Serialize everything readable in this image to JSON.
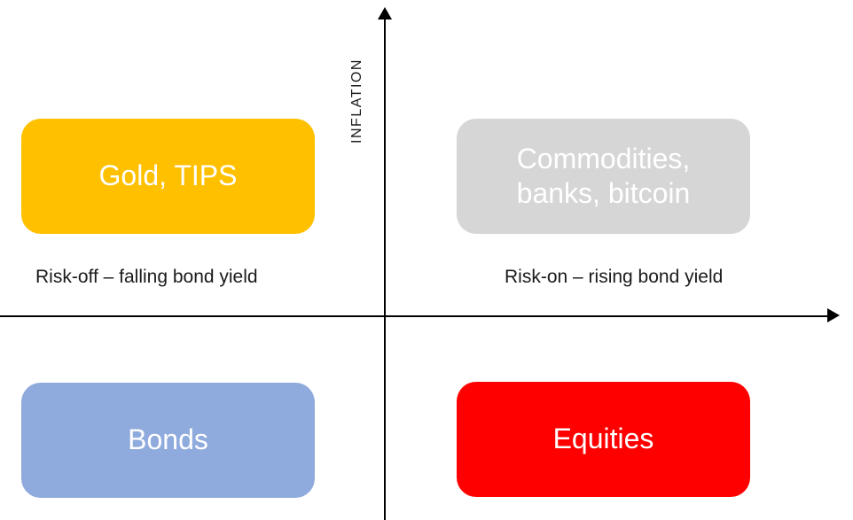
{
  "diagram": {
    "background": "#FFFFFF",
    "axis_color": "#000000",
    "y_axis_label": "INFLATION",
    "left_caption": "Risk-off – falling bond yield",
    "right_caption": "Risk-on – rising bond yield",
    "quadrants": [
      {
        "position": "top-left",
        "label": "Gold, TIPS",
        "fill": "#FFC000",
        "text_color": "#FFFFFF"
      },
      {
        "position": "top-right",
        "label": "Commodities, banks, bitcoin",
        "fill": "#D6D6D6",
        "text_color": "#FFFFFF"
      },
      {
        "position": "bottom-left",
        "label": "Bonds",
        "fill": "#8FAADC",
        "text_color": "#FFFFFF"
      },
      {
        "position": "bottom-right",
        "label": "Equities",
        "fill": "#FF0000",
        "text_color": "#FFFFFF"
      }
    ]
  }
}
